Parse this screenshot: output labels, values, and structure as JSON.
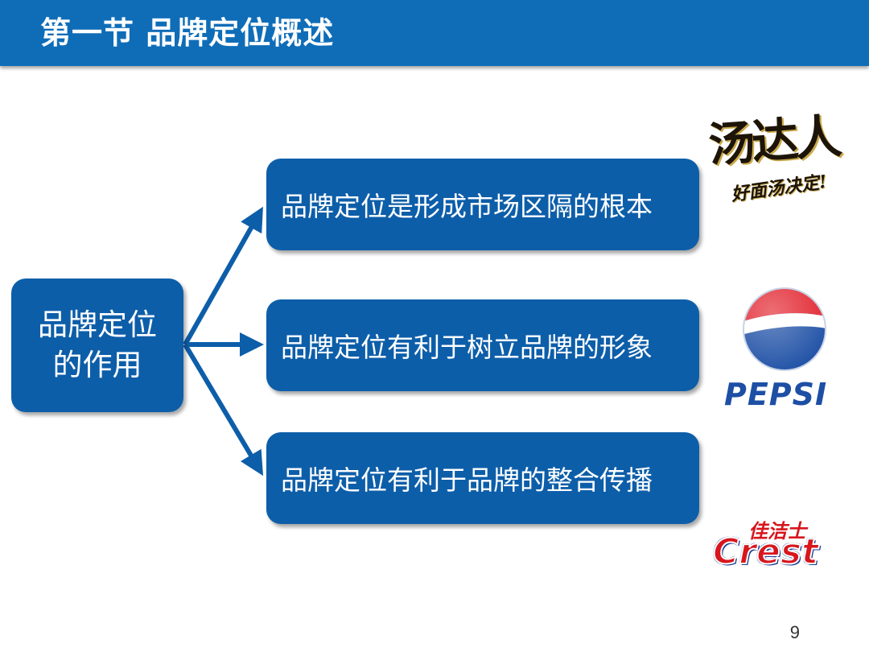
{
  "header": {
    "title": "第一节  品牌定位概述"
  },
  "left_box": {
    "line1": "品牌定位",
    "line2": "的作用"
  },
  "right_boxes": [
    {
      "label": "品牌定位是形成市场区隔的根本"
    },
    {
      "label": "品牌定位有利于树立品牌的形象"
    },
    {
      "label": "品牌定位有利于品牌的整合传播"
    }
  ],
  "logos": {
    "tangdaren": {
      "name": "汤达人",
      "slogan": "好面汤决定!"
    },
    "pepsi": {
      "name": "PEPSI"
    },
    "crest": {
      "name": "Crest",
      "chinese": "佳洁士"
    }
  },
  "page_number": "9",
  "colors": {
    "header": "#0f6db8",
    "box": "#0d5ea9",
    "arrow": "#0d5ea9"
  }
}
